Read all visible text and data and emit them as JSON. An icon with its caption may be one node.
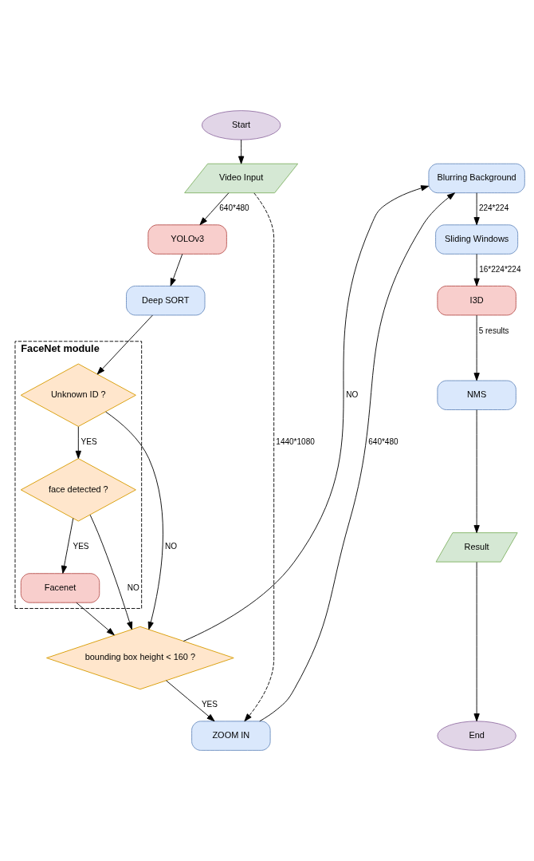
{
  "diagram": {
    "nodes": [
      {
        "text": [
          "Start"
        ]
      },
      {
        "text": [
          "Video Input"
        ]
      },
      {
        "text": [
          "YOLOv3"
        ]
      },
      {
        "text": [
          "Deep SORT"
        ]
      },
      {
        "text": [
          "FaceNet module"
        ]
      },
      {
        "text": [
          "Unknown ID ?"
        ],
        "in": 4
      },
      {
        "text": [
          "face detected ?"
        ],
        "in": 4
      },
      {
        "text": [
          "Facenet"
        ],
        "in": 4
      },
      {
        "text": [
          "bounding box height < 160 ?"
        ]
      },
      {
        "text": [
          "ZOOM IN"
        ]
      },
      {
        "text": [
          "Blurring Background"
        ]
      },
      {
        "text": [
          "Sliding Windows"
        ]
      },
      {
        "text": [
          "I3D"
        ]
      },
      {
        "text": [
          "NMS"
        ]
      },
      {
        "text": [
          "Result"
        ]
      },
      {
        "text": [
          "End"
        ]
      }
    ],
    "edges": [
      {
        "from": 0,
        "to": 1,
        "arrow": "to"
      },
      {
        "from": 1,
        "to": 2,
        "arrow": "to",
        "label": "640*480"
      },
      {
        "from": 2,
        "to": 3,
        "arrow": "to"
      },
      {
        "from": 3,
        "to": 5,
        "arrow": "to"
      },
      {
        "from": 5,
        "to": 6,
        "arrow": "to",
        "label": "YES"
      },
      {
        "from": 5,
        "to": 8,
        "arrow": "to",
        "label": "NO"
      },
      {
        "from": 6,
        "to": 8,
        "arrow": "to",
        "label": "NO"
      },
      {
        "from": 6,
        "to": 7,
        "arrow": "to",
        "label": "YES"
      },
      {
        "from": 7,
        "to": 8,
        "arrow": "to"
      },
      {
        "from": 8,
        "to": 9,
        "arrow": "to",
        "label": "YES"
      },
      {
        "from": 8,
        "to": 10,
        "arrow": "to",
        "label": "NO"
      },
      {
        "from": 1,
        "to": 9,
        "arrow": "to",
        "label": "1440*1080",
        "style": "dashed"
      },
      {
        "from": 9,
        "to": 10,
        "arrow": "to",
        "label": "640*480"
      },
      {
        "from": 10,
        "to": 11,
        "arrow": "to",
        "label": "224*224"
      },
      {
        "from": 11,
        "to": 12,
        "arrow": "to",
        "label": "16*224*224"
      },
      {
        "from": 12,
        "to": 13,
        "arrow": "to",
        "label": "5 results"
      },
      {
        "from": 13,
        "to": 14,
        "arrow": "to"
      },
      {
        "from": 14,
        "to": 15,
        "arrow": "to"
      }
    ]
  }
}
